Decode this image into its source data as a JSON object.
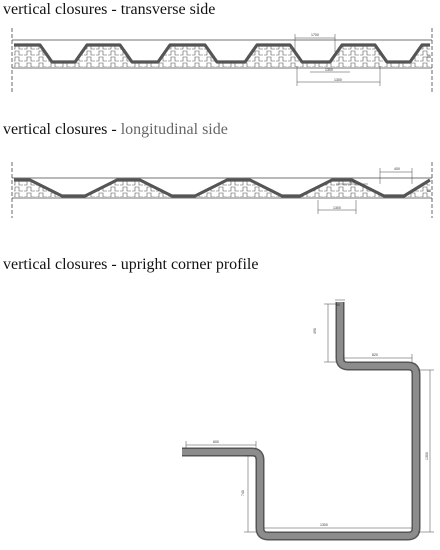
{
  "sections": [
    {
      "prefix": "vertical closures - ",
      "suffix": "transverse side",
      "dims": {
        "top": "1700",
        "mid": "1300",
        "bottom": "1300",
        "right": "88"
      }
    },
    {
      "prefix": "vertical closures - ",
      "suffix": "longitudinal side",
      "dims": {
        "top": "400",
        "mid": "300",
        "bottom": "1300",
        "right": "88"
      }
    },
    {
      "prefix": "vertical closures - ",
      "suffix": "upright corner profile",
      "dims": {
        "top_flange": "80",
        "top_left": "490",
        "top_run": "820",
        "right_height": "1300",
        "left_flange": "600",
        "left_height": "740",
        "bottom_run": "1300"
      }
    }
  ],
  "colors": {
    "profile_fill": "#8c8c8c",
    "profile_stroke": "#555555",
    "line": "#444444"
  }
}
